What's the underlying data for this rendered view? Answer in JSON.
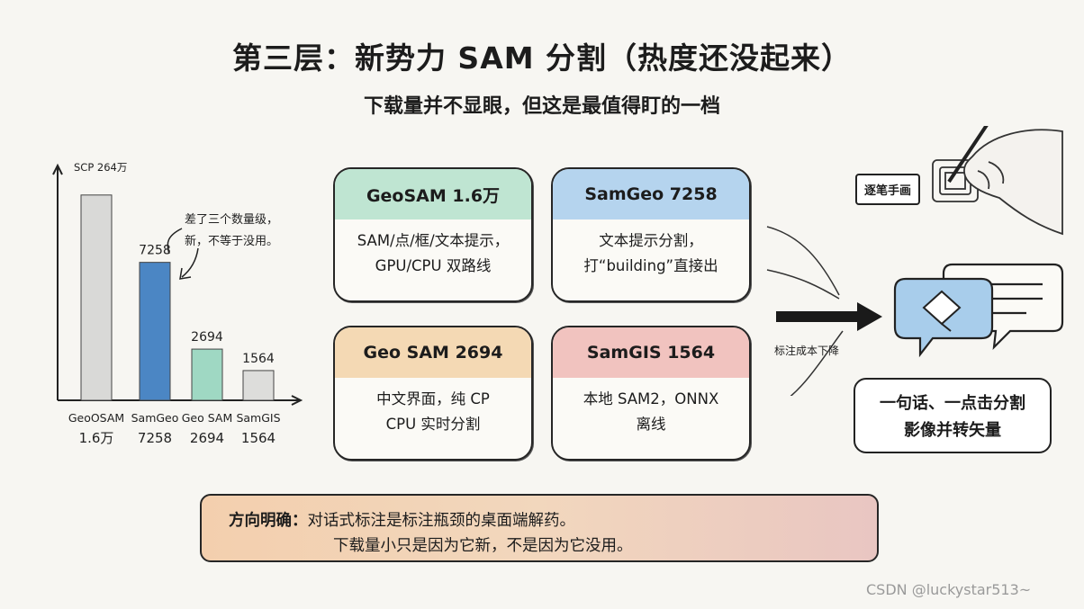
{
  "title": "第三层：新势力 SAM 分割（热度还没起来）",
  "subtitle": "下载量并不显眼，但这是最值得盯的一档",
  "chart_data": {
    "type": "bar",
    "ylim": [
      0,
      11500
    ],
    "top_annotation": "SCP 264万",
    "annotation": [
      "差了三个数量级，",
      "新，不等于没用。"
    ],
    "bars": [
      {
        "category": "GeoOSAM",
        "sub": "1.6万",
        "value": 10800,
        "label": "",
        "color": "#d9d9d7"
      },
      {
        "category": "SamGeo",
        "sub": "7258",
        "value": 7258,
        "label": "7258",
        "color": "#4b86c4"
      },
      {
        "category": "Geo SAM",
        "sub": "2694",
        "value": 2694,
        "label": "2694",
        "color": "#9fd8c3"
      },
      {
        "category": "SamGIS",
        "sub": "1564",
        "value": 1564,
        "label": "1564",
        "color": "#dddddb"
      }
    ]
  },
  "cards": [
    {
      "title": "GeoSAM 1.6万",
      "lines": [
        "SAM/点/框/文本提示，",
        "GPU/CPU 双路线"
      ],
      "color": "#bfe5d2"
    },
    {
      "title": "SamGeo 7258",
      "lines": [
        "文本提示分割，",
        "打“building”直接出"
      ],
      "color": "#b5d4ee"
    },
    {
      "title": "Geo SAM 2694",
      "lines": [
        "中文界面，纯 CP",
        "CPU 实时分割"
      ],
      "color": "#f4d9b4"
    },
    {
      "title": "SamGIS 1564",
      "lines": [
        "本地 SAM2，ONNX",
        "离线"
      ],
      "color": "#f1c3bf"
    }
  ],
  "right": {
    "arrow_label": "标注成本下降",
    "pen_label": "逐笔手画",
    "result_lines": [
      "一句话、一点击分割",
      "影像并转矢量"
    ]
  },
  "note": {
    "lead": "方向明确：",
    "line1": "对话式标注是标注瓶颈的桌面端解药。",
    "line2": "下载量小只是因为它新，不是因为它没用。"
  },
  "watermark": "CSDN @luckystar513~"
}
